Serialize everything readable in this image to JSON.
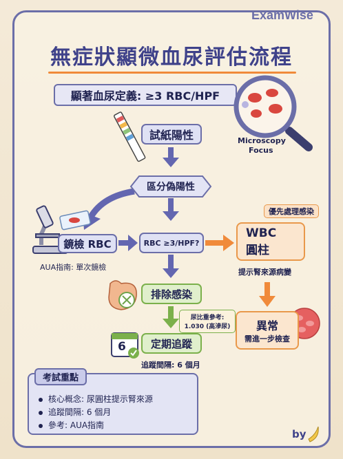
{
  "brand": "ExamWise",
  "title": "無症狀顯微血尿評估流程",
  "definition": "顯著血尿定義: ≥3 RBC/HPF",
  "magnifier_label_1": "Microscopy",
  "magnifier_label_2": "Focus",
  "nodes": {
    "dipstick": "試紙陽性",
    "false_positive": "區分偽陽性",
    "microscopy": "鏡檢 RBC",
    "rbc_check": "RBC ≥3/HPF?",
    "wbc_line1": "WBC",
    "wbc_line2": "圓柱",
    "treat_infection": "優先處理感染",
    "renal_source": "提示腎來源病變",
    "exclude_infection": "排除感染",
    "followup": "定期追蹤",
    "abnormal": "異常",
    "abnormal_sub": "需進一步檢查"
  },
  "notes": {
    "aua": "AUA指南: 單次鏡檢",
    "sg_1": "尿比重參考:",
    "sg_2": "1.030 (高滲尿)",
    "interval": "追蹤間隔: 6 個月",
    "calendar_number": "6"
  },
  "key_points": {
    "title": "考試重點",
    "items": [
      "核心概念: 尿圓柱提示腎來源",
      "追蹤間隔: 6 個月",
      "參考: AUA指南"
    ]
  },
  "footer": "by",
  "colors": {
    "navy": "#3f428a",
    "purple": "#6b6ea8",
    "orange": "#f08a3a",
    "green": "#7bb04b"
  }
}
